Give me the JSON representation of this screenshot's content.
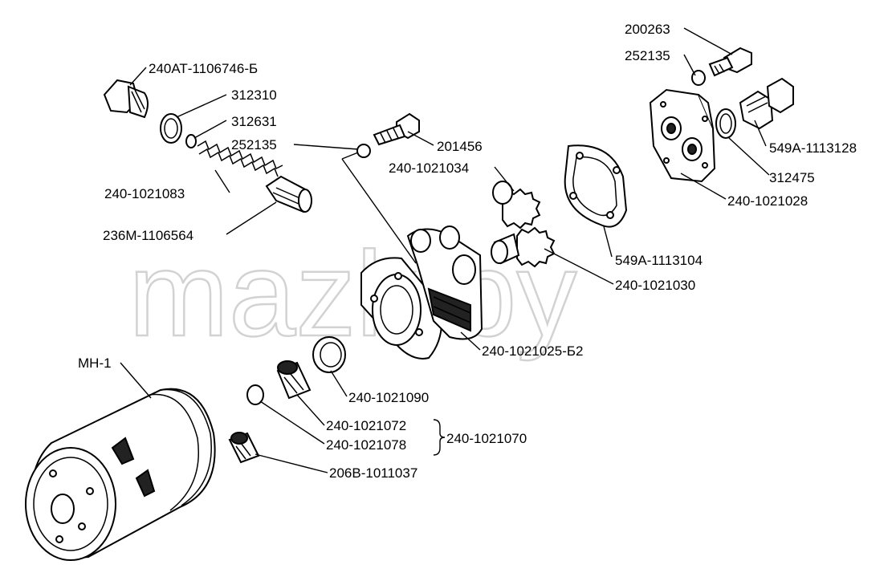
{
  "watermark": "mazk.by",
  "labels": {
    "l200263": "200263",
    "l252135a": "252135",
    "l240at": "240АТ-1106746-Б",
    "l312310": "312310",
    "l312631": "312631",
    "l252135b": "252135",
    "l201456": "201456",
    "l1021034": "240-1021034",
    "l549a128": "549А-1113128",
    "l312475": "312475",
    "l1021028": "240-1021028",
    "l1021083": "240-1021083",
    "l236m": "236М-1106564",
    "l549a104": "549А-1113104",
    "l1021030": "240-1021030",
    "l1021025": "240-1021025-Б2",
    "lmh1": "МН-1",
    "l1021090": "240-1021090",
    "l1021072": "240-1021072",
    "l1021078": "240-1021078",
    "l1021070": "240-1021070",
    "l206b": "206В-1011037"
  }
}
